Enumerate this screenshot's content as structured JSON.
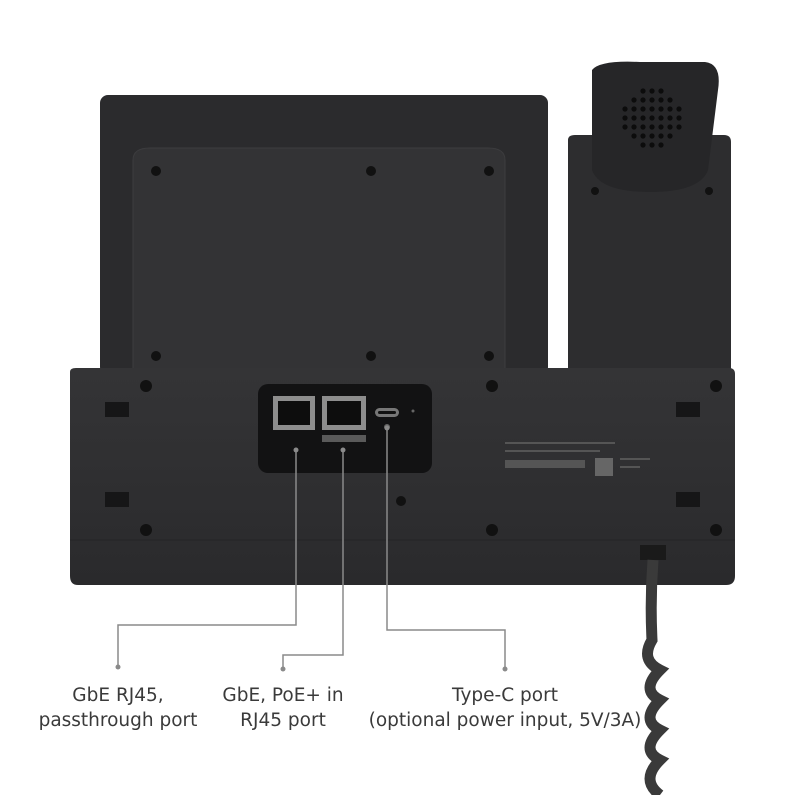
{
  "callouts": [
    {
      "line1": "GbE RJ45,",
      "line2": "passthrough port"
    },
    {
      "line1": "GbE, PoE+ in",
      "line2": "RJ45 port"
    },
    {
      "line1": "Type-C port",
      "line2": "(optional power input, 5V/3A)"
    }
  ],
  "colors": {
    "device": "#2e2e30",
    "device_dark": "#1f1f21",
    "callout_line": "#8a8a8a",
    "text": "#3a3a3a"
  }
}
